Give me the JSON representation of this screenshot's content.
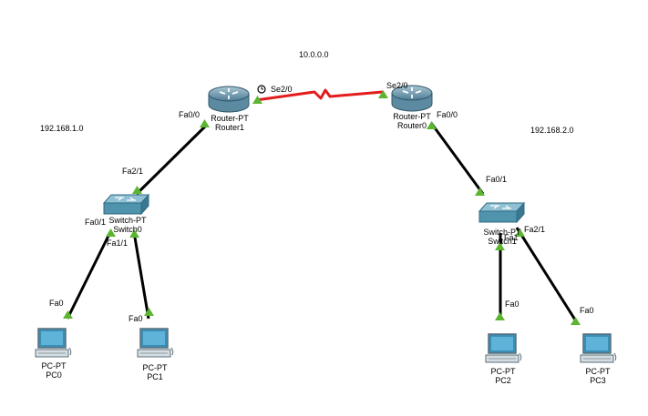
{
  "networks": {
    "wan": "10.0.0.0",
    "lan1": "192.168.1.0",
    "lan2": "192.168.2.0"
  },
  "devices": {
    "router1": {
      "type": "Router-PT",
      "name": "Router1"
    },
    "router0": {
      "type": "Router-PT",
      "name": "Router0"
    },
    "switch0": {
      "type": "Switch-PT",
      "name": "Switch0"
    },
    "switch1": {
      "type": "Switch-PT",
      "name": "Switch1"
    },
    "pc0": {
      "type": "PC-PT",
      "name": "PC0"
    },
    "pc1": {
      "type": "PC-PT",
      "name": "PC1"
    },
    "pc2": {
      "type": "PC-PT",
      "name": "PC2"
    },
    "pc3": {
      "type": "PC-PT",
      "name": "PC3"
    }
  },
  "ports": {
    "r1_fa00": "Fa0/0",
    "r1_se20": "Se2/0",
    "r0_se20": "Se2/0",
    "r0_fa00": "Fa0/0",
    "s0_fa21": "Fa2/1",
    "s0_fa01": "Fa0/1",
    "s0_fa11": "Fa1/1",
    "s1_fa01": "Fa0/1",
    "s1_fa1": "Fa1",
    "s1_fa21": "Fa2/1",
    "pc0_fa0": "Fa0",
    "pc1_fa0": "Fa0",
    "pc2_fa0": "Fa0",
    "pc3_fa0": "Fa0"
  },
  "colors": {
    "serial_link": "#e31c1c",
    "ethernet_link": "#000000",
    "port_up": "#5cb531",
    "router_body": "#6f98ad",
    "switch_body": "#4f93ad",
    "pc_screen": "#3a8db5"
  }
}
